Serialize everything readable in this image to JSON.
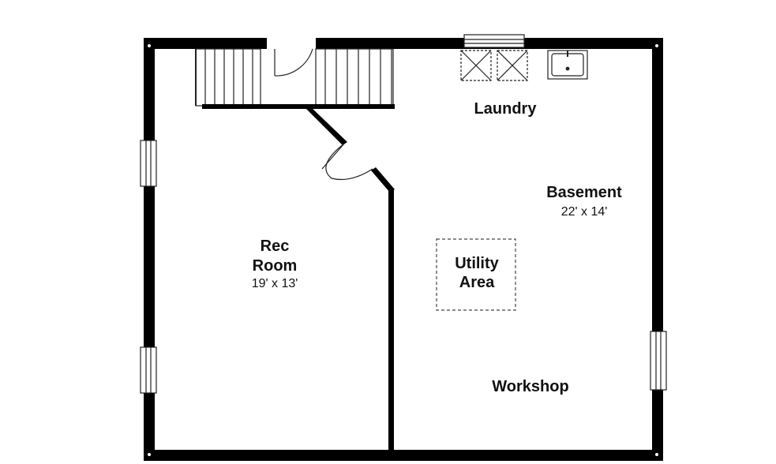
{
  "rooms": {
    "laundry": {
      "name": "Laundry"
    },
    "basement": {
      "name": "Basement",
      "dimensions": "22' x 14'"
    },
    "rec_room": {
      "name_line1": "Rec",
      "name_line2": "Room",
      "dimensions": "19' x 13'"
    },
    "utility": {
      "name_line1": "Utility",
      "name_line2": "Area"
    },
    "workshop": {
      "name": "Workshop"
    }
  },
  "colors": {
    "wall": "#000000",
    "line": "#222222",
    "background": "#ffffff"
  }
}
